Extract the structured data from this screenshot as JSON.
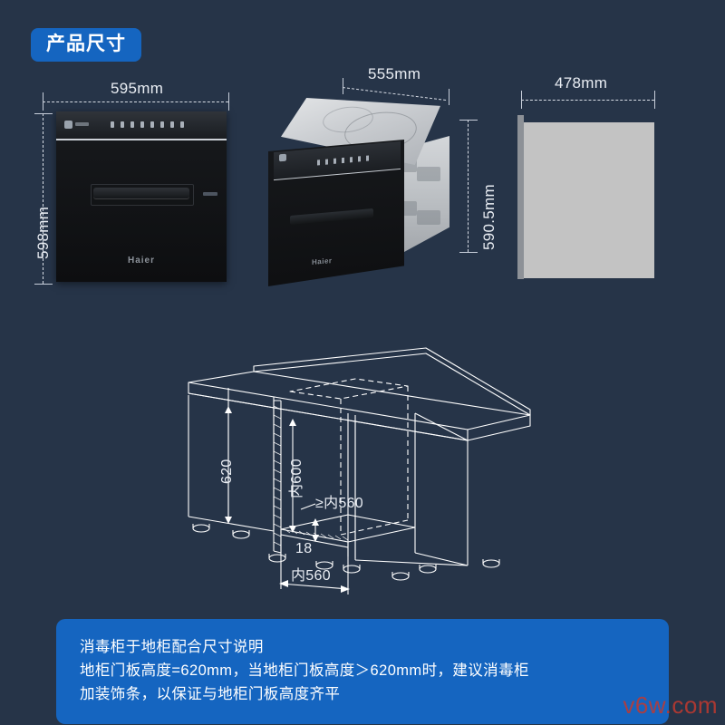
{
  "page": {
    "background_color": "#263448",
    "accent_color": "#1565c0",
    "line_color": "#ffffff"
  },
  "header": {
    "badge_label": "产品尺寸"
  },
  "views": [
    {
      "id": "front-elevation",
      "brand": "Haier",
      "width_label": "595mm",
      "height_label": "598mm"
    },
    {
      "id": "isometric",
      "brand": "Haier",
      "depth_label": "555mm",
      "height_label": "590.5mm"
    },
    {
      "id": "rear-panel",
      "width_label": "478mm"
    }
  ],
  "cabinet_diagram": {
    "door_height_label": "620",
    "inner_height_label": "内600",
    "inner_depth_label": "内560",
    "inner_depth_min_label": "≥内560",
    "base_thickness_label": "18"
  },
  "note": {
    "title": "消毒柜于地柜配合尺寸说明",
    "line1": "地柜门板高度=620mm，当地柜门板高度＞620mm时，建议消毒柜",
    "line2": "加装饰条，以保证与地柜门板高度齐平"
  },
  "watermark": {
    "text": "v6w.com",
    "color": "#c2392f"
  }
}
